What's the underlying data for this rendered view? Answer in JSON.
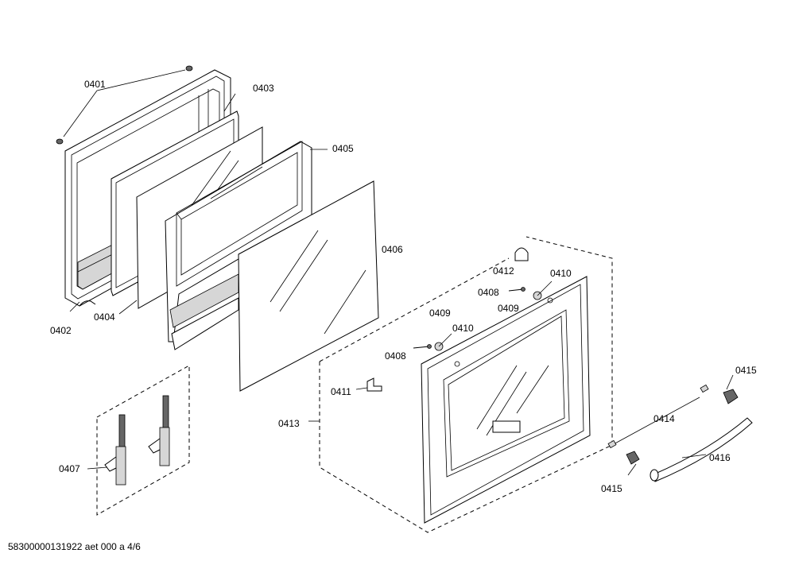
{
  "diagram": {
    "labels": {
      "p0401": "0401",
      "p0402": "0402",
      "p0403": "0403",
      "p0404": "0404",
      "p0405": "0405",
      "p0406": "0406",
      "p0407": "0407",
      "p0408a": "0408",
      "p0408b": "0408",
      "p0409a": "0409",
      "p0409b": "0409",
      "p0410a": "0410",
      "p0410b": "0410",
      "p0411": "0411",
      "p0412": "0412",
      "p0413": "0413",
      "p0414": "0414",
      "p0415a": "0415",
      "p0415b": "0415",
      "p0416": "0416"
    },
    "footer": "58300000131922 aet 000 a 4/6"
  }
}
